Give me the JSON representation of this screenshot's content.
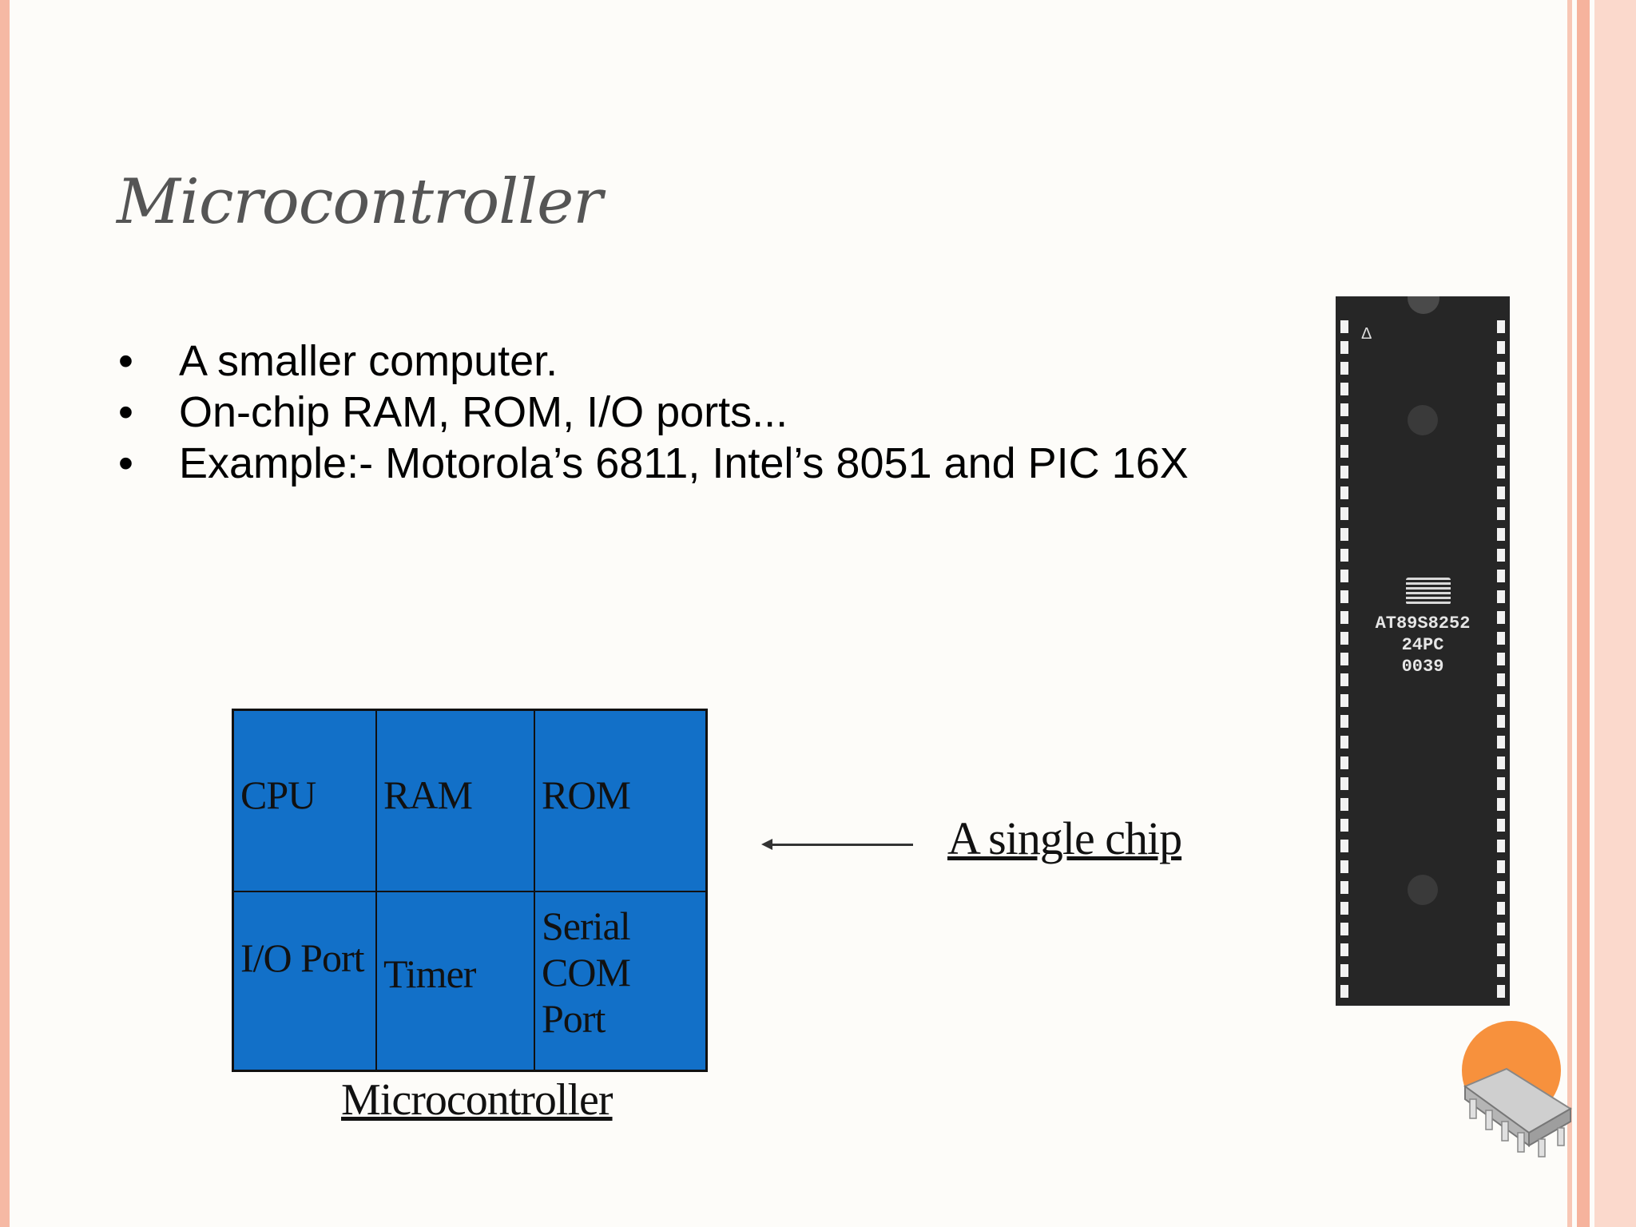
{
  "slide": {
    "title": "Microcontroller",
    "bullets": [
      {
        "marker": "•",
        "text": "A smaller computer."
      },
      {
        "marker": "•",
        "text": "On-chip RAM, ROM, I/O ports..."
      },
      {
        "marker": "•",
        "text": "Example:- Motorola’s 6811, Intel’s 8051 and PIC 16X"
      }
    ]
  },
  "diagram": {
    "cells": {
      "cpu": "CPU",
      "ram": "RAM",
      "rom": "ROM",
      "io_port": "I/O Port",
      "timer": "Timer",
      "serial_line1": "Serial",
      "serial_line2": "COM",
      "serial_line3": "Port"
    },
    "caption": "Microcontroller",
    "arrow_label": "A single chip",
    "fill_color": "#1270c8"
  },
  "chip_photo": {
    "pin1_marker": "Δ",
    "marking_line1": "AT89S8252",
    "marking_line2": "24PC",
    "marking_line3": "0039"
  },
  "theme": {
    "border_color": "#f6b39d",
    "logo_circle_color": "#f7913d"
  }
}
